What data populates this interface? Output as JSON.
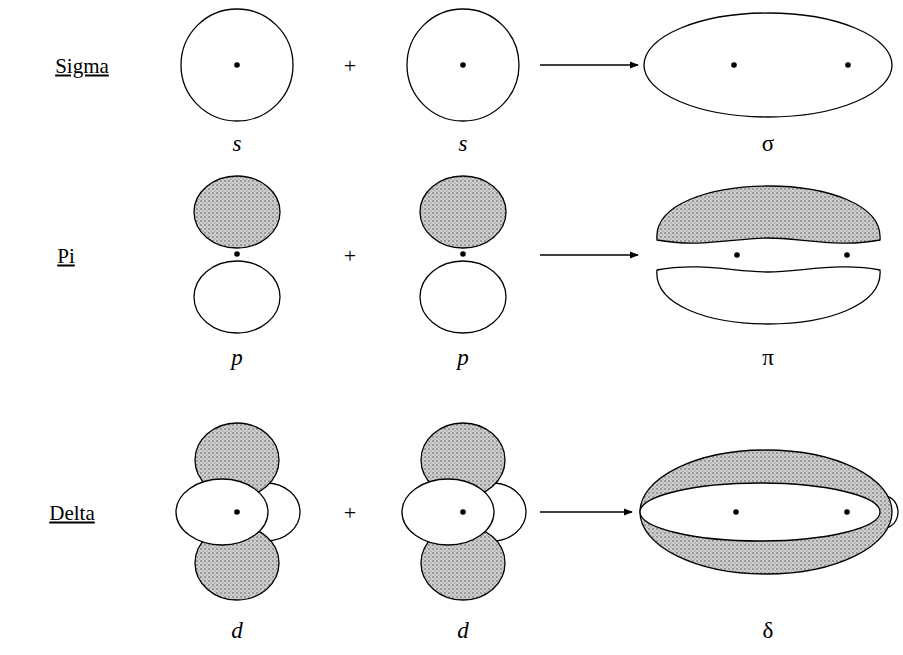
{
  "diagram": {
    "labels": [
      "Sigma",
      "s",
      "+",
      "s",
      "σ",
      "Pi",
      "p",
      "+",
      "p",
      "π",
      "Delta",
      "d",
      "+",
      "d",
      "δ"
    ]
  }
}
